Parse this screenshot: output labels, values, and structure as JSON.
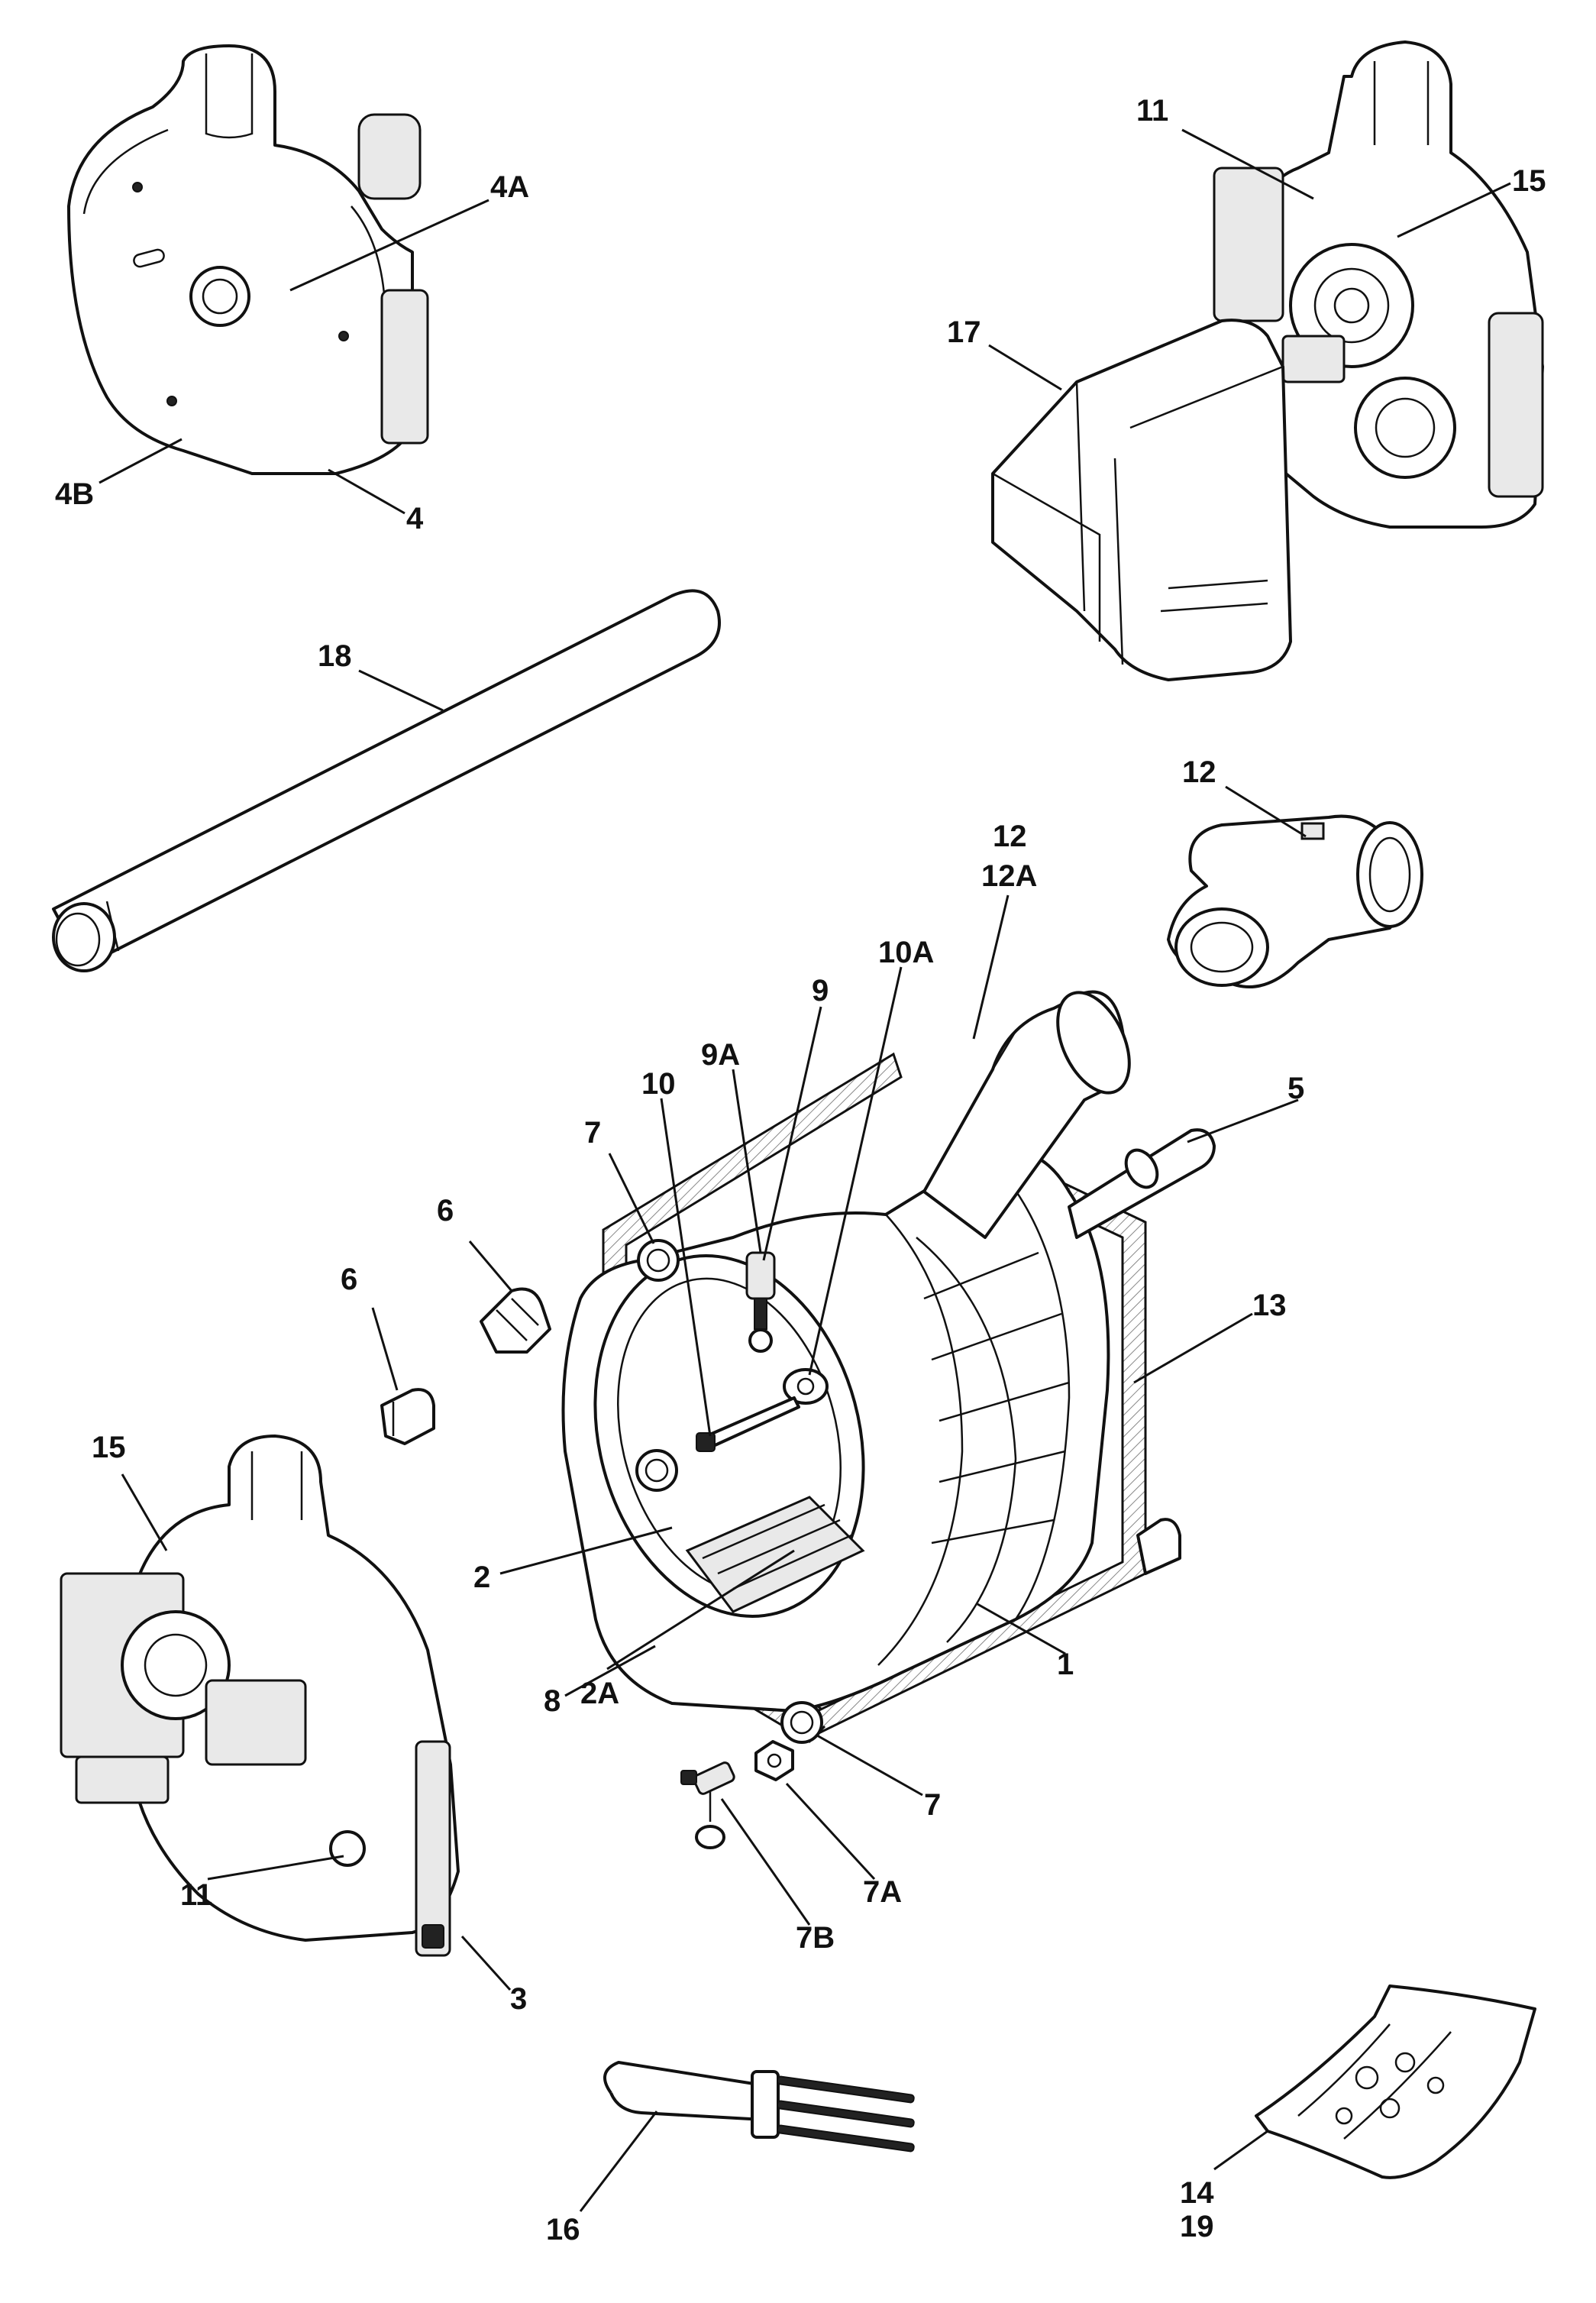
{
  "callouts": {
    "c4A": "4A",
    "c4B": "4B",
    "c4": "4",
    "c11_top": "11",
    "c15_top": "15",
    "c17": "17",
    "c18": "18",
    "c12_right": "12",
    "c12_a": "12",
    "c12A": "12A",
    "c10A": "10A",
    "c9": "9",
    "c9A": "9A",
    "c10": "10",
    "c5": "5",
    "c7_top": "7",
    "c6_a": "6",
    "c6_b": "6",
    "c13": "13",
    "c15_left": "15",
    "c2": "2",
    "c8": "8",
    "c2A": "2A",
    "c1": "1",
    "c7_bottom": "7",
    "c7A": "7A",
    "c7B": "7B",
    "c11_left": "11",
    "c3": "3",
    "c16": "16",
    "c14": "14",
    "c19": "19"
  }
}
